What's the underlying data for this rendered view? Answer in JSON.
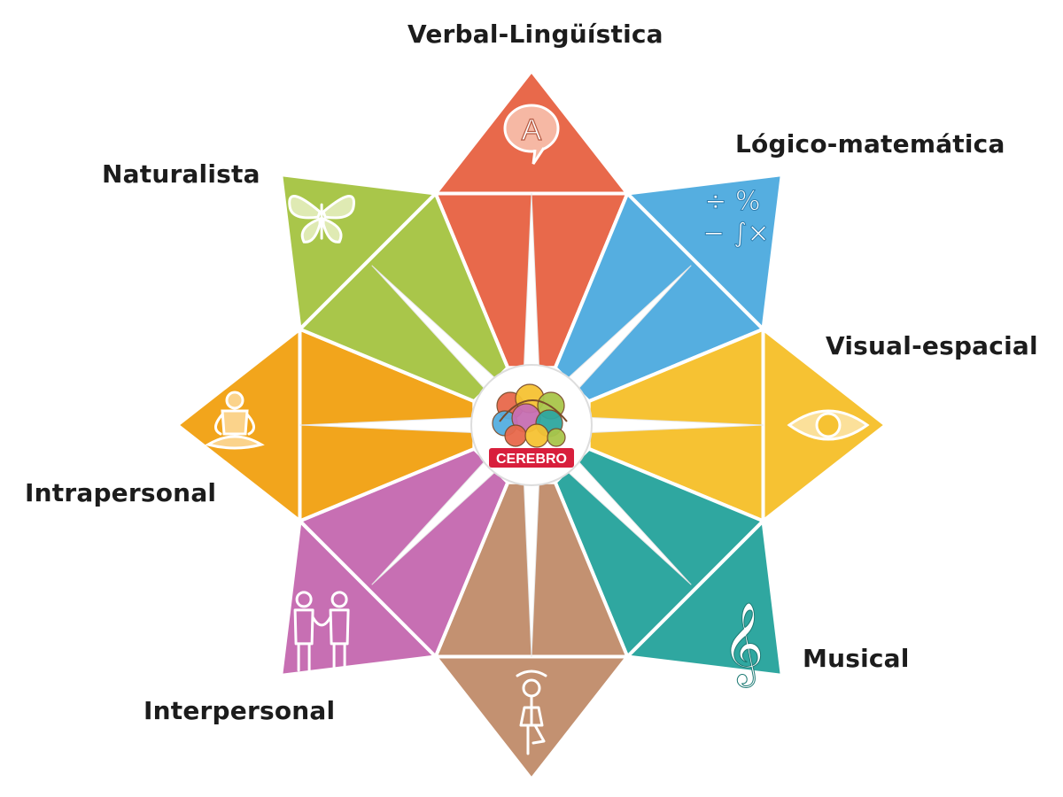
{
  "diagram": {
    "center_badge": "CEREBRO",
    "intelligences": [
      {
        "id": "verbal",
        "label": "Verbal-Lingüística",
        "color": "#e8694b",
        "icon": "speech-bubble-letter-icon",
        "icon_text": "A"
      },
      {
        "id": "logical",
        "label": "Lógico-matemática",
        "color": "#55aee0",
        "icon": "math-symbols-icon",
        "icon_text": "÷ % − ∫×"
      },
      {
        "id": "visual",
        "label": "Visual-espacial",
        "color": "#f6c233",
        "icon": "eye-icon"
      },
      {
        "id": "musical",
        "label": "Musical",
        "color": "#2fa7a0",
        "icon": "treble-clef-icon",
        "icon_text": "𝄞"
      },
      {
        "id": "kinesthetic",
        "label": "",
        "color": "#c39171",
        "icon": "dancer-icon"
      },
      {
        "id": "interpersonal",
        "label": "Interpersonal",
        "color": "#c76fb3",
        "icon": "two-people-icon"
      },
      {
        "id": "intrapersonal",
        "label": "Intrapersonal",
        "color": "#f2a51c",
        "icon": "meditation-icon"
      },
      {
        "id": "naturalist",
        "label": "Naturalista",
        "color": "#a9c64a",
        "icon": "butterfly-icon"
      }
    ],
    "brain_colors": [
      "#e8694b",
      "#f6c233",
      "#a9c64a",
      "#55aee0",
      "#c76fb3",
      "#2fa7a0"
    ]
  }
}
